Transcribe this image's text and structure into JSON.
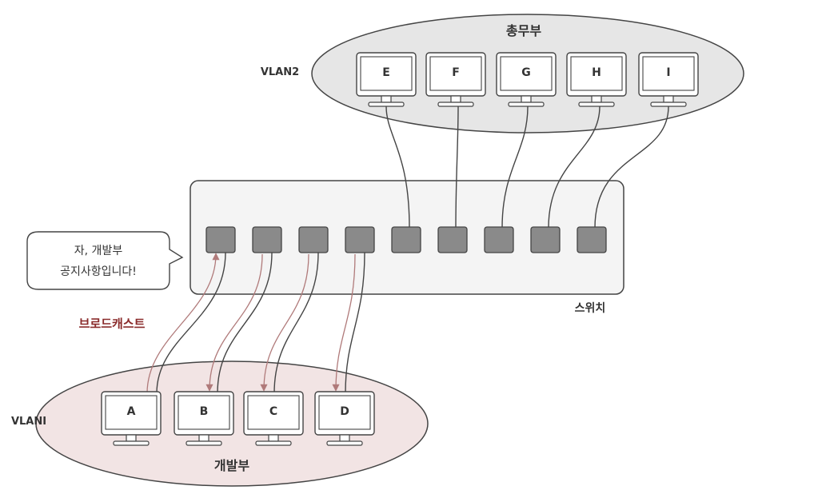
{
  "speech_bubble": {
    "line1": "자, 개발부",
    "line2": "공지사항입니다!"
  },
  "broadcast_label": "브로드캐스트",
  "switch_label": "스위치",
  "vlan1": {
    "label": "VLANI",
    "group_name": "개발부",
    "monitors": [
      "A",
      "B",
      "C",
      "D"
    ]
  },
  "vlan2": {
    "label": "VLAN2",
    "group_name": "총무부",
    "monitors": [
      "E",
      "F",
      "G",
      "H",
      "I"
    ]
  },
  "colors": {
    "vlan1_fill": "#f2e4e4",
    "vlan2_fill": "#e6e6e6",
    "switch_fill": "#f4f4f4",
    "port_fill": "#8a8a8a",
    "line": "#444444",
    "broadcast_arrow": "#b07a7a",
    "broadcast_text": "#8a2b2b"
  }
}
